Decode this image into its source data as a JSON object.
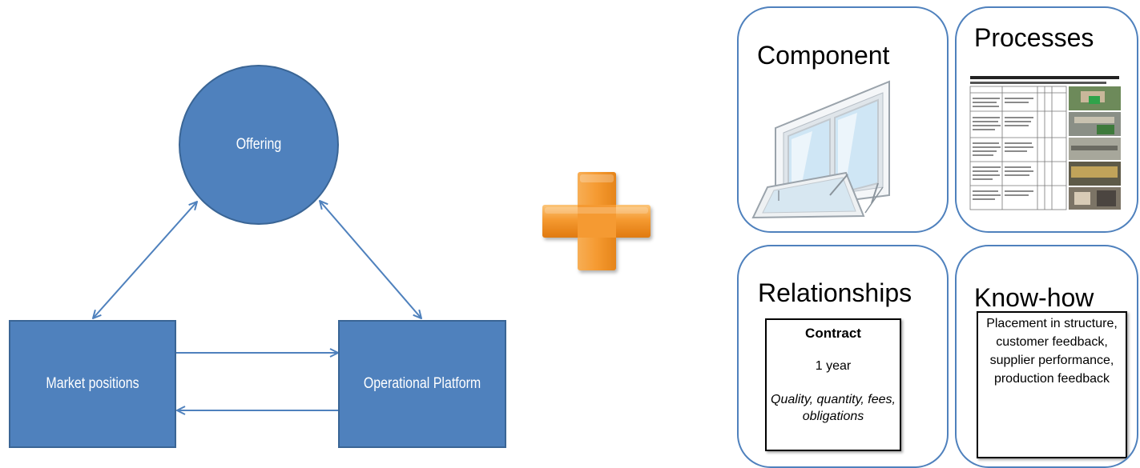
{
  "model": {
    "nodes": {
      "offering": "Offering",
      "market": "Market positions",
      "platform": "Operational Platform"
    },
    "colors": {
      "node_fill": "#4f81bd",
      "node_stroke": "#3a6595",
      "arrow": "#4f81bd"
    }
  },
  "plus": {
    "icon": "plus-icon",
    "color": "#f59a31"
  },
  "panels": {
    "component": {
      "title": "Component",
      "icon": "window-icon"
    },
    "processes": {
      "title": "Processes",
      "image": "process-document-thumbnail"
    },
    "relationships": {
      "title": "Relationships",
      "contract_title": "Contract",
      "contract_term": "1 year",
      "contract_terms": "Quality, quantity, fees, obligations"
    },
    "knowhow": {
      "title": "Know-how",
      "text": "Placement in structure, customer feedback, supplier performance, production feedback"
    },
    "border_color": "#4f81bd"
  }
}
